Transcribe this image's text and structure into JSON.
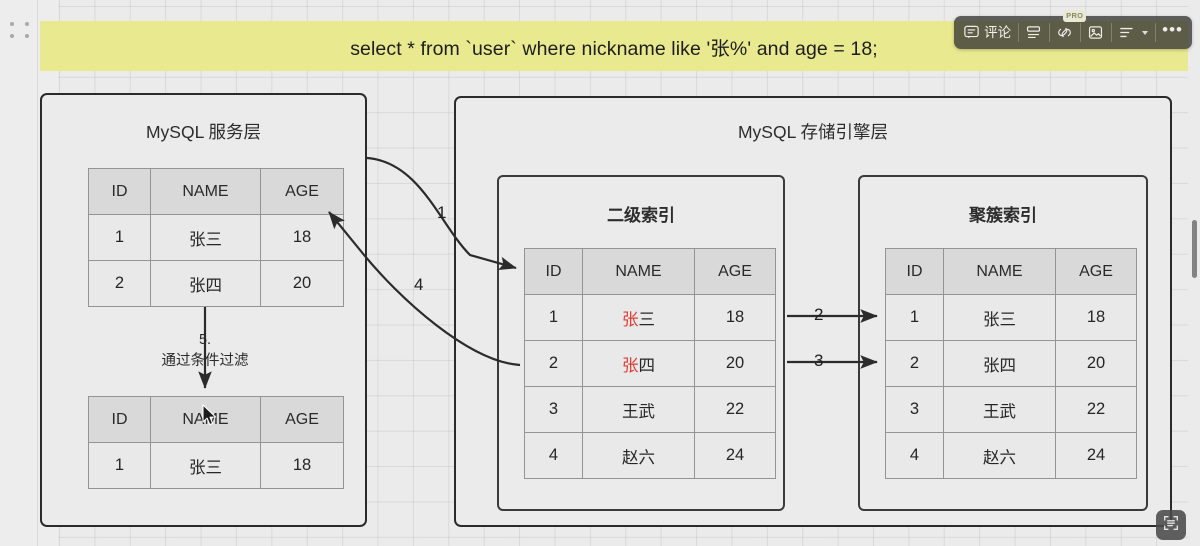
{
  "sql": {
    "statement": "select * from `user` where nickname like '张%' and age = 18;"
  },
  "toolbar": {
    "comment_label": "评论",
    "comment_icon": "comment-icon",
    "card_icon": "card-layout-icon",
    "link_icon": "link-icon",
    "pro_badge": "PRO",
    "image_icon": "image-icon",
    "align_icon": "text-align-icon",
    "more_icon": "more-options-icon"
  },
  "panels": {
    "server": {
      "title": "MySQL 服务层"
    },
    "engine": {
      "title": "MySQL 存储引擎层"
    },
    "secondary_index": {
      "title": "二级索引"
    },
    "clustered_index": {
      "title": "聚簇索引"
    }
  },
  "columns": [
    "ID",
    "NAME",
    "AGE"
  ],
  "tables": {
    "server_table": {
      "rows": [
        {
          "id": "1",
          "name": "张三",
          "age": "18"
        },
        {
          "id": "2",
          "name": "张四",
          "age": "20"
        }
      ]
    },
    "result_table": {
      "rows": [
        {
          "id": "1",
          "name": "张三",
          "age": "18"
        }
      ]
    },
    "secondary_index_table": {
      "rows": [
        {
          "id": "1",
          "name_hl": "张",
          "name_rest": "三",
          "age": "18"
        },
        {
          "id": "2",
          "name_hl": "张",
          "name_rest": "四",
          "age": "20"
        },
        {
          "id": "3",
          "name_hl": "",
          "name_rest": "王武",
          "age": "22"
        },
        {
          "id": "4",
          "name_hl": "",
          "name_rest": "赵六",
          "age": "24"
        }
      ]
    },
    "clustered_index_table": {
      "rows": [
        {
          "id": "1",
          "name": "张三",
          "age": "18"
        },
        {
          "id": "2",
          "name": "张四",
          "age": "20"
        },
        {
          "id": "3",
          "name": "王武",
          "age": "22"
        },
        {
          "id": "4",
          "name": "赵六",
          "age": "24"
        }
      ]
    }
  },
  "flow": {
    "step1": "1",
    "step2": "2",
    "step3": "3",
    "step4": "4",
    "step5_number": "5.",
    "step5_text": "通过条件过滤"
  },
  "colors": {
    "banner": "#e9e98f",
    "canvas": "#ebebeb",
    "highlight_text": "#e03a32",
    "border": "#2b2b2b",
    "header_cell": "#d9d9d9"
  },
  "fit_button_icon": "fit-to-screen-icon"
}
